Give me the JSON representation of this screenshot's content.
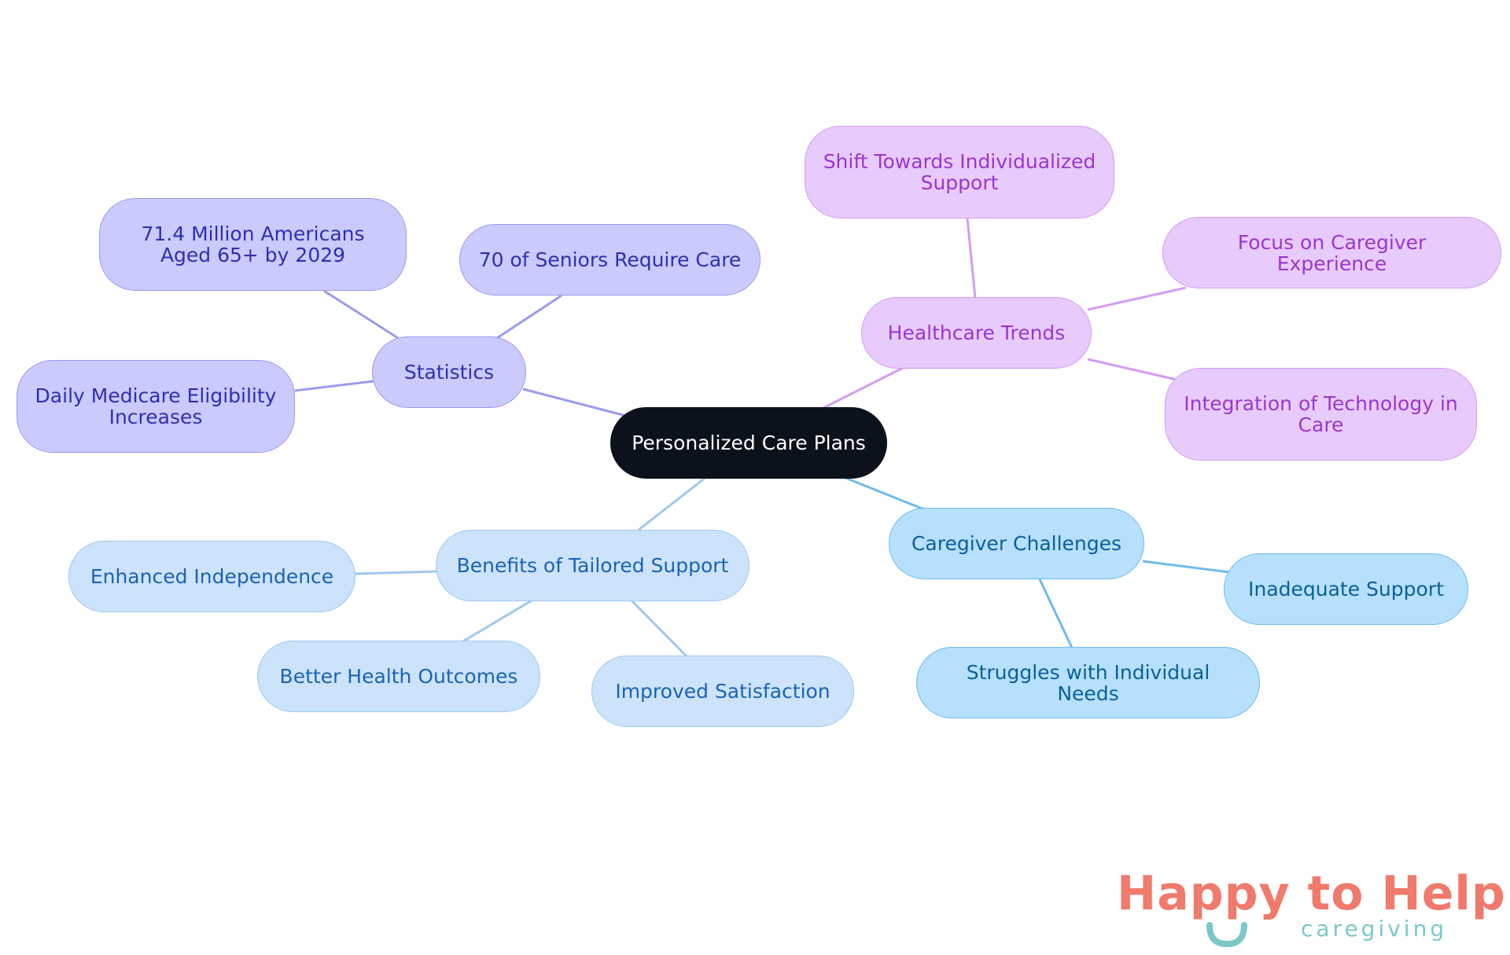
{
  "mindmap": {
    "root": {
      "label": "Personalized Care Plans"
    },
    "branches": [
      {
        "key": "stats",
        "label": "Statistics",
        "color": "#9b9bef",
        "children": [
          {
            "label": "71.4 Million Americans Aged 65+ by 2029"
          },
          {
            "label": "70 of Seniors Require Care"
          },
          {
            "label": "Daily Medicare Eligibility Increases"
          }
        ]
      },
      {
        "key": "trends",
        "label": "Healthcare Trends",
        "color": "#d29cf4",
        "children": [
          {
            "label": "Shift Towards Individualized Support"
          },
          {
            "label": "Focus on Caregiver Experience"
          },
          {
            "label": "Integration of Technology in Care"
          }
        ]
      },
      {
        "key": "challenges",
        "label": "Caregiver Challenges",
        "color": "#6fbbea",
        "children": [
          {
            "label": "Inadequate Support"
          },
          {
            "label": "Struggles with Individual Needs"
          }
        ]
      },
      {
        "key": "benefits",
        "label": "Benefits of Tailored Support",
        "color": "#9ec8f0",
        "children": [
          {
            "label": "Enhanced Independence"
          },
          {
            "label": "Better Health Outcomes"
          },
          {
            "label": "Improved Satisfaction"
          }
        ]
      }
    ]
  },
  "logo": {
    "title": "Happy to Help",
    "subtitle": "caregiving",
    "title_color": "#f07a6c",
    "accent_color": "#7cc8c9"
  }
}
